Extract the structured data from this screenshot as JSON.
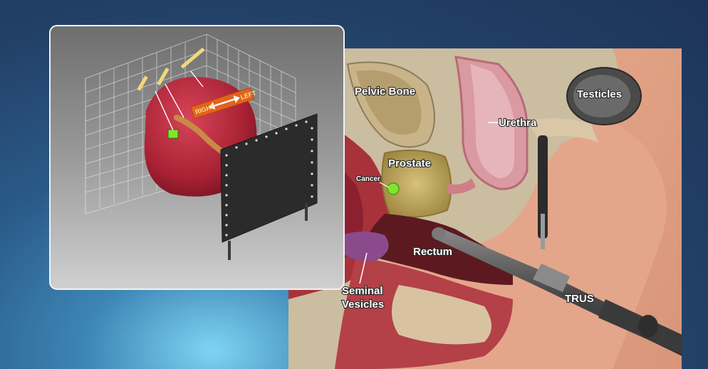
{
  "anatomy_labels": {
    "pelvic_bone": "Pelvic Bone",
    "testicles": "Testicles",
    "urethra": "Urethra",
    "prostate": "Prostate",
    "cancer": "Cancer",
    "rectum": "Rectum",
    "seminal_vesicles_line1": "Seminal",
    "seminal_vesicles_line2": "Vesicles",
    "trus": "TRUS"
  },
  "model_inset": {
    "arrow_right": "RIGHT",
    "arrow_left": "LEFT"
  },
  "colors": {
    "background": "#223f66",
    "prostate_model": "#b42a3c",
    "cancer_marker": "#7ee62a",
    "direction_arrow": "#e2621e",
    "template_grid": "#2b2b2b"
  }
}
